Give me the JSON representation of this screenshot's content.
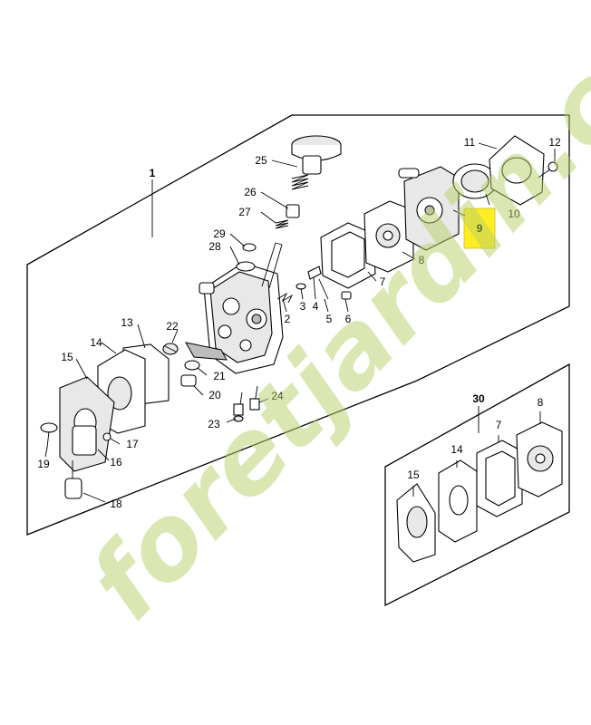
{
  "diagram": {
    "assembly_label": "1",
    "kit_label": "30",
    "highlight_color": "#ffee22",
    "watermark": "foretjardin.com",
    "watermark_color": "#b9d06a"
  },
  "callouts": {
    "p1": "1",
    "p2": "2",
    "p3": "3",
    "p4": "4",
    "p5": "5",
    "p6": "6",
    "p7": "7",
    "p8": "8",
    "p9": "9",
    "p10": "10",
    "p11": "11",
    "p12": "12",
    "p13": "13",
    "p14": "14",
    "p15": "15",
    "p16": "16",
    "p17": "17",
    "p18": "18",
    "p19": "19",
    "p20": "20",
    "p21": "21",
    "p22": "22",
    "p23": "23",
    "p24": "24",
    "p25": "25",
    "p26": "26",
    "p27": "27",
    "p28": "28",
    "p29": "29",
    "p30": "30",
    "k7": "7",
    "k8": "8",
    "k14": "14",
    "k15": "15"
  }
}
